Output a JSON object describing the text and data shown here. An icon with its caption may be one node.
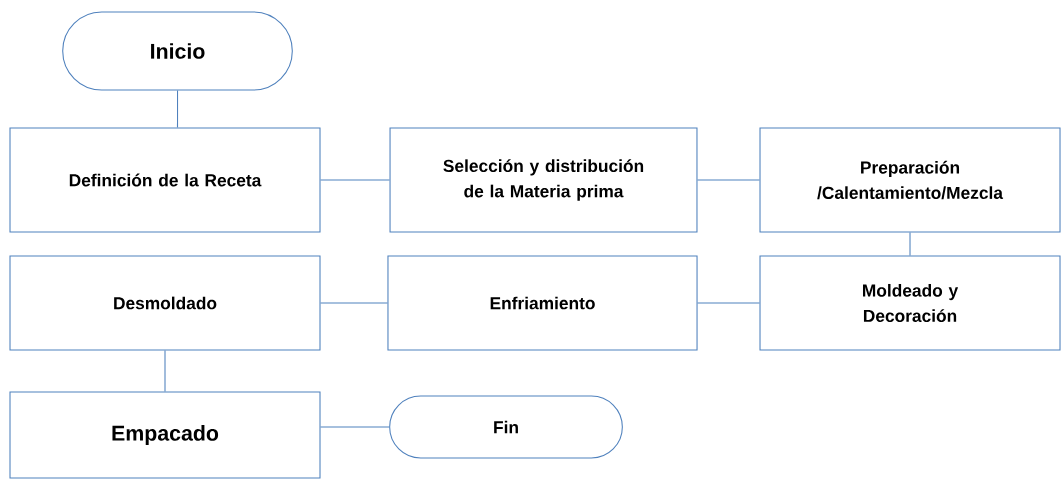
{
  "diagram": {
    "nodes": [
      {
        "text": [
          "Inicio"
        ]
      },
      {
        "text": [
          "Definición de la Receta"
        ]
      },
      {
        "text": [
          "Selección y distribución de la Materia prima"
        ]
      },
      {
        "text": [
          "Preparación /Calentamiento/Mezcla"
        ]
      },
      {
        "text": [
          "Desmoldado"
        ]
      },
      {
        "text": [
          "Enfriamiento"
        ]
      },
      {
        "text": [
          "Moldeado y Decoración"
        ]
      },
      {
        "text": [
          "Empacado"
        ]
      },
      {
        "text": [
          "Fin"
        ]
      }
    ],
    "edges": [
      {
        "from": 0,
        "to": 1,
        "arrow": "none"
      },
      {
        "from": 1,
        "to": 2,
        "arrow": "none"
      },
      {
        "from": 2,
        "to": 3,
        "arrow": "none"
      },
      {
        "from": 3,
        "to": 6,
        "arrow": "none"
      },
      {
        "from": 6,
        "to": 5,
        "arrow": "none"
      },
      {
        "from": 5,
        "to": 4,
        "arrow": "none"
      },
      {
        "from": 4,
        "to": 7,
        "arrow": "none"
      },
      {
        "from": 7,
        "to": 8,
        "arrow": "none"
      }
    ]
  }
}
